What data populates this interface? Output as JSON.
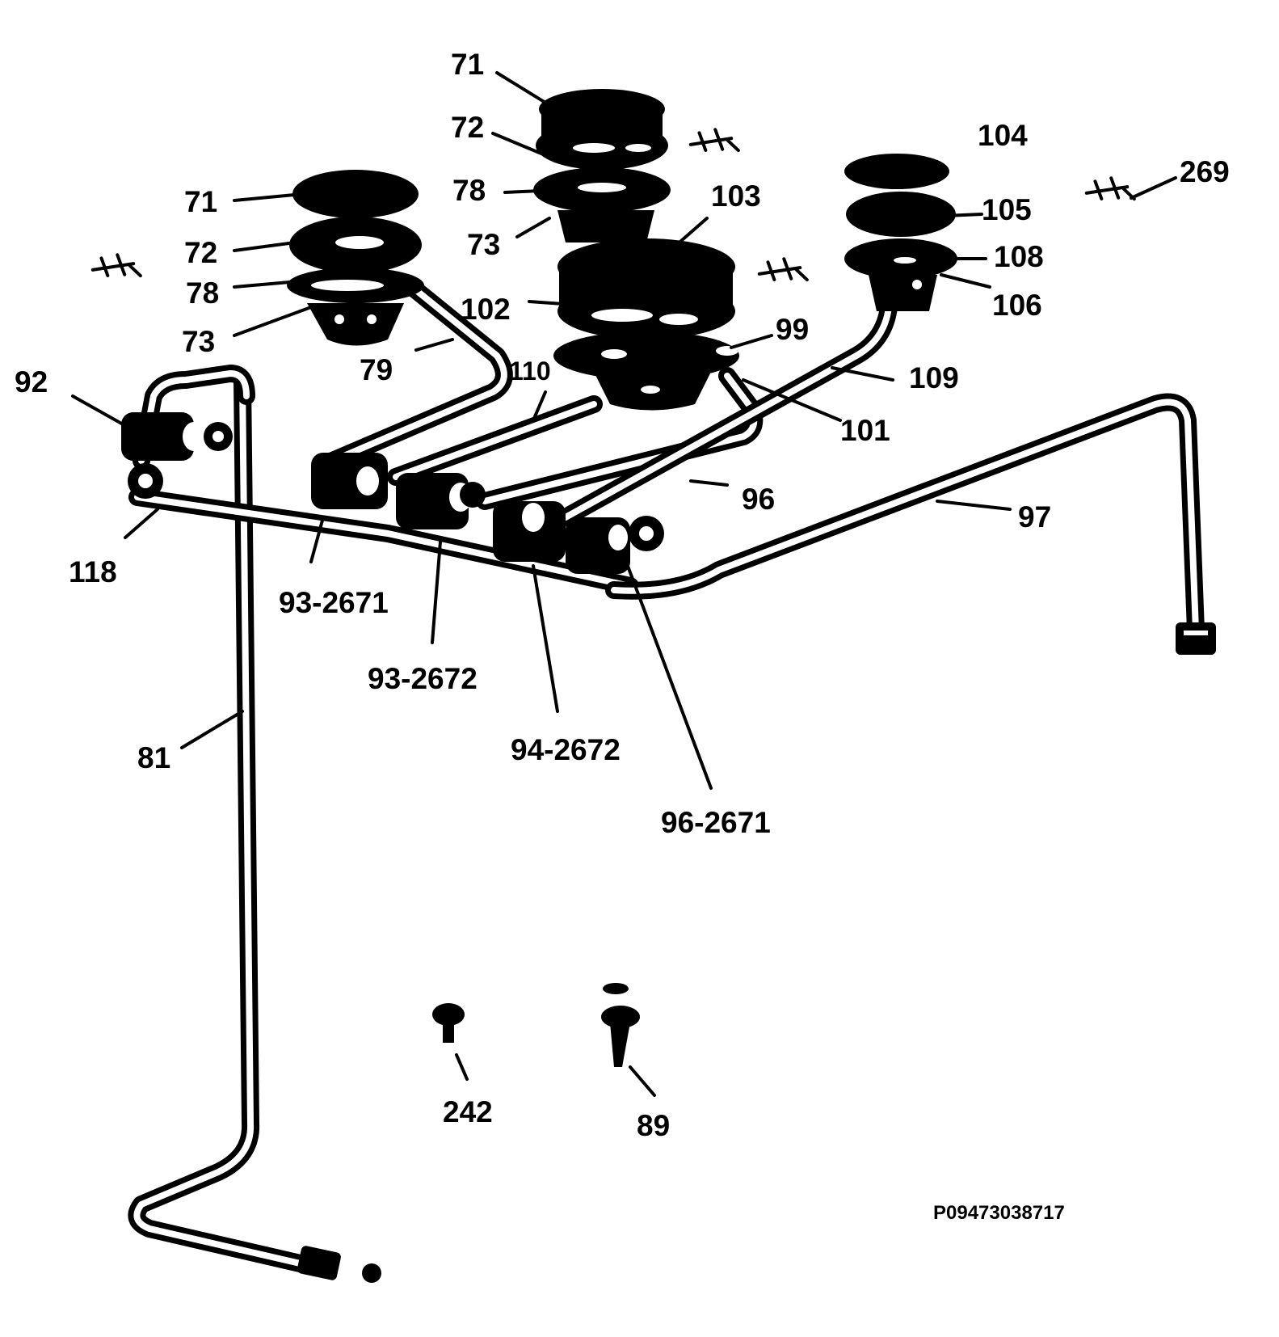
{
  "drawing_code": "P09473038717",
  "colors": {
    "ink": "#000000",
    "paper": "#ffffff"
  },
  "labels": {
    "l71_a": "71",
    "l72_a": "72",
    "l78_a": "78",
    "l73_a": "73",
    "l71_b": "71",
    "l72_b": "72",
    "l78_b": "78",
    "l73_b": "73",
    "l104": "104",
    "l105": "105",
    "l108": "108",
    "l106": "106",
    "l269": "269",
    "l103": "103",
    "l102": "102",
    "l99": "99",
    "l79": "79",
    "l110": "110",
    "l109": "109",
    "l101": "101",
    "l92": "92",
    "l96": "96",
    "l97": "97",
    "l118": "118",
    "l93_2671": "93-2671",
    "l93_2672": "93-2672",
    "l94_2672": "94-2672",
    "l96_2671": "96-2671",
    "l81": "81",
    "l242": "242",
    "l89": "89"
  }
}
